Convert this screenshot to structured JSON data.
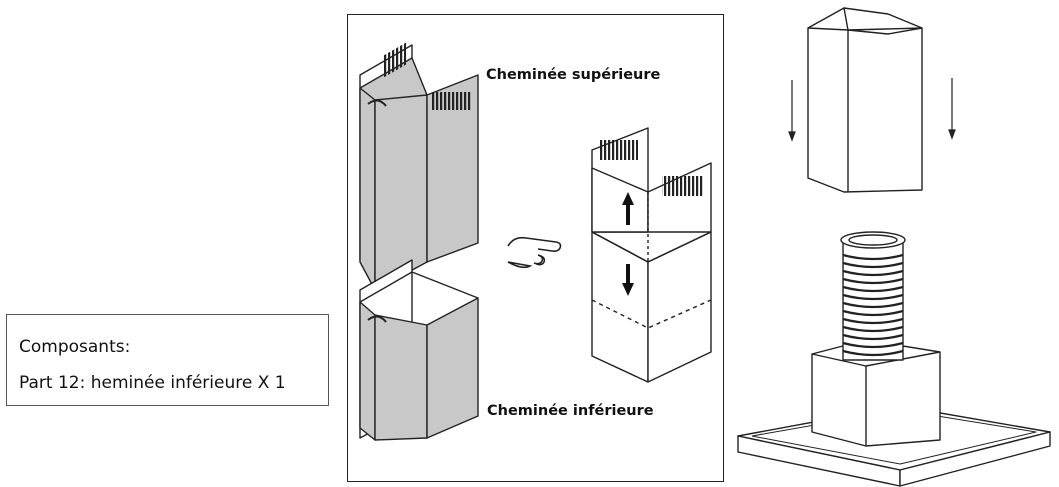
{
  "components": {
    "title": "Composants:",
    "part": "Part 12: heminée inférieure X 1"
  },
  "labels": {
    "upper_chimney": "Cheminée supérieure",
    "lower_chimney": "Cheminée inférieure"
  },
  "colors": {
    "panel_fill": "#c8c8c8",
    "line": "#222222"
  },
  "icons": [
    "pointing-hand-icon",
    "arrow-up-icon",
    "arrow-down-icon"
  ]
}
